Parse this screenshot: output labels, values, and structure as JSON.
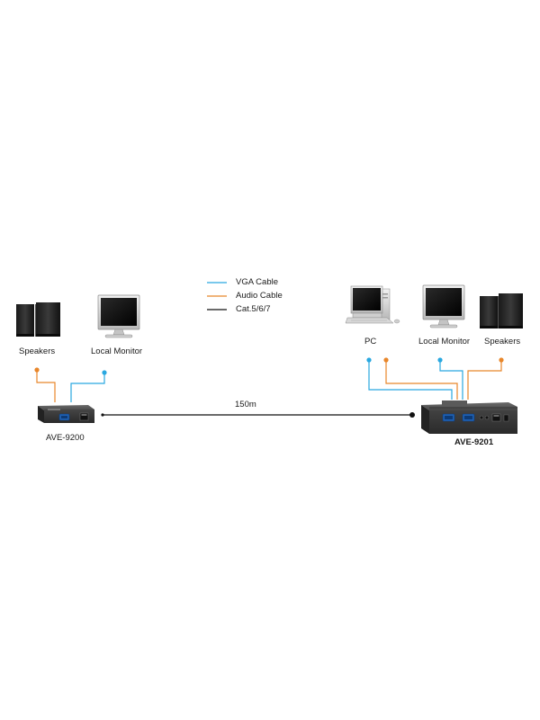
{
  "legend": {
    "vga": "VGA Cable",
    "audio": "Audio Cable",
    "cat": "Cat.5/6/7"
  },
  "left_site": {
    "speakers_label": "Speakers",
    "monitor_label": "Local Monitor",
    "device_label": "AVE-9200"
  },
  "right_site": {
    "pc_label": "PC",
    "monitor_label": "Local Monitor",
    "speakers_label": "Speakers",
    "device_label": "AVE-9201"
  },
  "link": {
    "distance_label": "150m"
  },
  "colors": {
    "vga": "#29a8e0",
    "audio": "#e8862a",
    "cat": "#111111",
    "device_body": "#3a3a3a"
  },
  "icons": {
    "speaker": "speaker-icon",
    "monitor": "monitor-icon",
    "pc": "desktop-pc-icon",
    "extender": "extender-box-icon"
  }
}
